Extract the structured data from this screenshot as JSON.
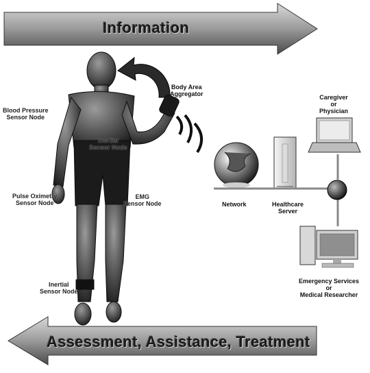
{
  "top_arrow": {
    "label": "Information"
  },
  "bottom_arrow": {
    "label": "Assessment, Assistance, Treatment"
  },
  "labels": {
    "body_area_aggregator": [
      "Body Area",
      "Aggregator"
    ],
    "blood_pressure": [
      "Blood Pressure",
      "Sensor Node"
    ],
    "inertial_upper": [
      "Inertial",
      "Sensor Node"
    ],
    "pulse_oximetry": [
      "Pulse Oximetry",
      "Sensor Node"
    ],
    "emg": [
      "EMG",
      "Sensor Node"
    ],
    "inertial_lower": [
      "Inertial",
      "Sensor Node"
    ],
    "network": [
      "Network"
    ],
    "healthcare_server": [
      "Healthcare",
      "Server"
    ],
    "caregiver": [
      "Caregiver",
      "or",
      "Physician"
    ],
    "emergency": [
      "Emergency Services",
      "or",
      "Medical Researcher"
    ]
  }
}
